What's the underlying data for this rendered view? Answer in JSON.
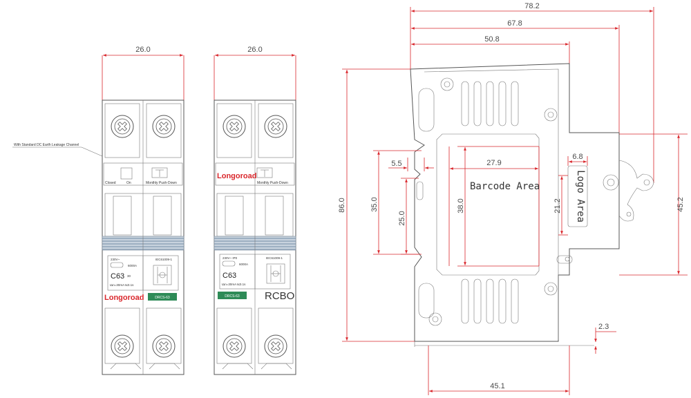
{
  "dimensions": {
    "left_width": "26.0",
    "right_width": "26.0",
    "overall_width": "78.2",
    "width_678": "67.8",
    "width_508": "50.8",
    "overall_height": "86.0",
    "height_352": "35.0",
    "height_25": "25.0",
    "height_38": "38.0",
    "width_279": "27.9",
    "width_55": "5.5",
    "width_68": "6.8",
    "height_212": "21.2",
    "height_452": "45.2",
    "gap_23": "2.3",
    "bottom_451": "45.1"
  },
  "left_device": {
    "callout": "With Standard DC Earth Leakage Channel",
    "label_closed": "Closed",
    "label_on": "On",
    "label_push": "Monthly Push-Down",
    "rating_voltage": "230V~",
    "rating_current": "6000A",
    "rating_standard": "IEC61009-1",
    "curve": "C63",
    "curve_suffix": "30",
    "trip_info": "IΔn=30mA   t≤0.1s",
    "brand": "Longoroad",
    "model": "DRCS-63"
  },
  "right_device": {
    "brand": "Longoroad",
    "label_push": "Monthly Push-Down",
    "rating_voltage": "230V~  IP0",
    "rating_current": "6000A",
    "rating_standard": "IEC61009-1",
    "curve": "C63",
    "trip_info": "IΔn=30mA   t≤0.1s",
    "model": "DRCS-63",
    "type": "RCBO"
  },
  "back_view": {
    "barcode_area": "Barcode Area",
    "logo_area": "Logo Area"
  },
  "colors": {
    "dimension_red": "#d9262b",
    "outline": "#555555",
    "brand_red": "#d9262b",
    "model_badge_green": "#2e8b57"
  }
}
